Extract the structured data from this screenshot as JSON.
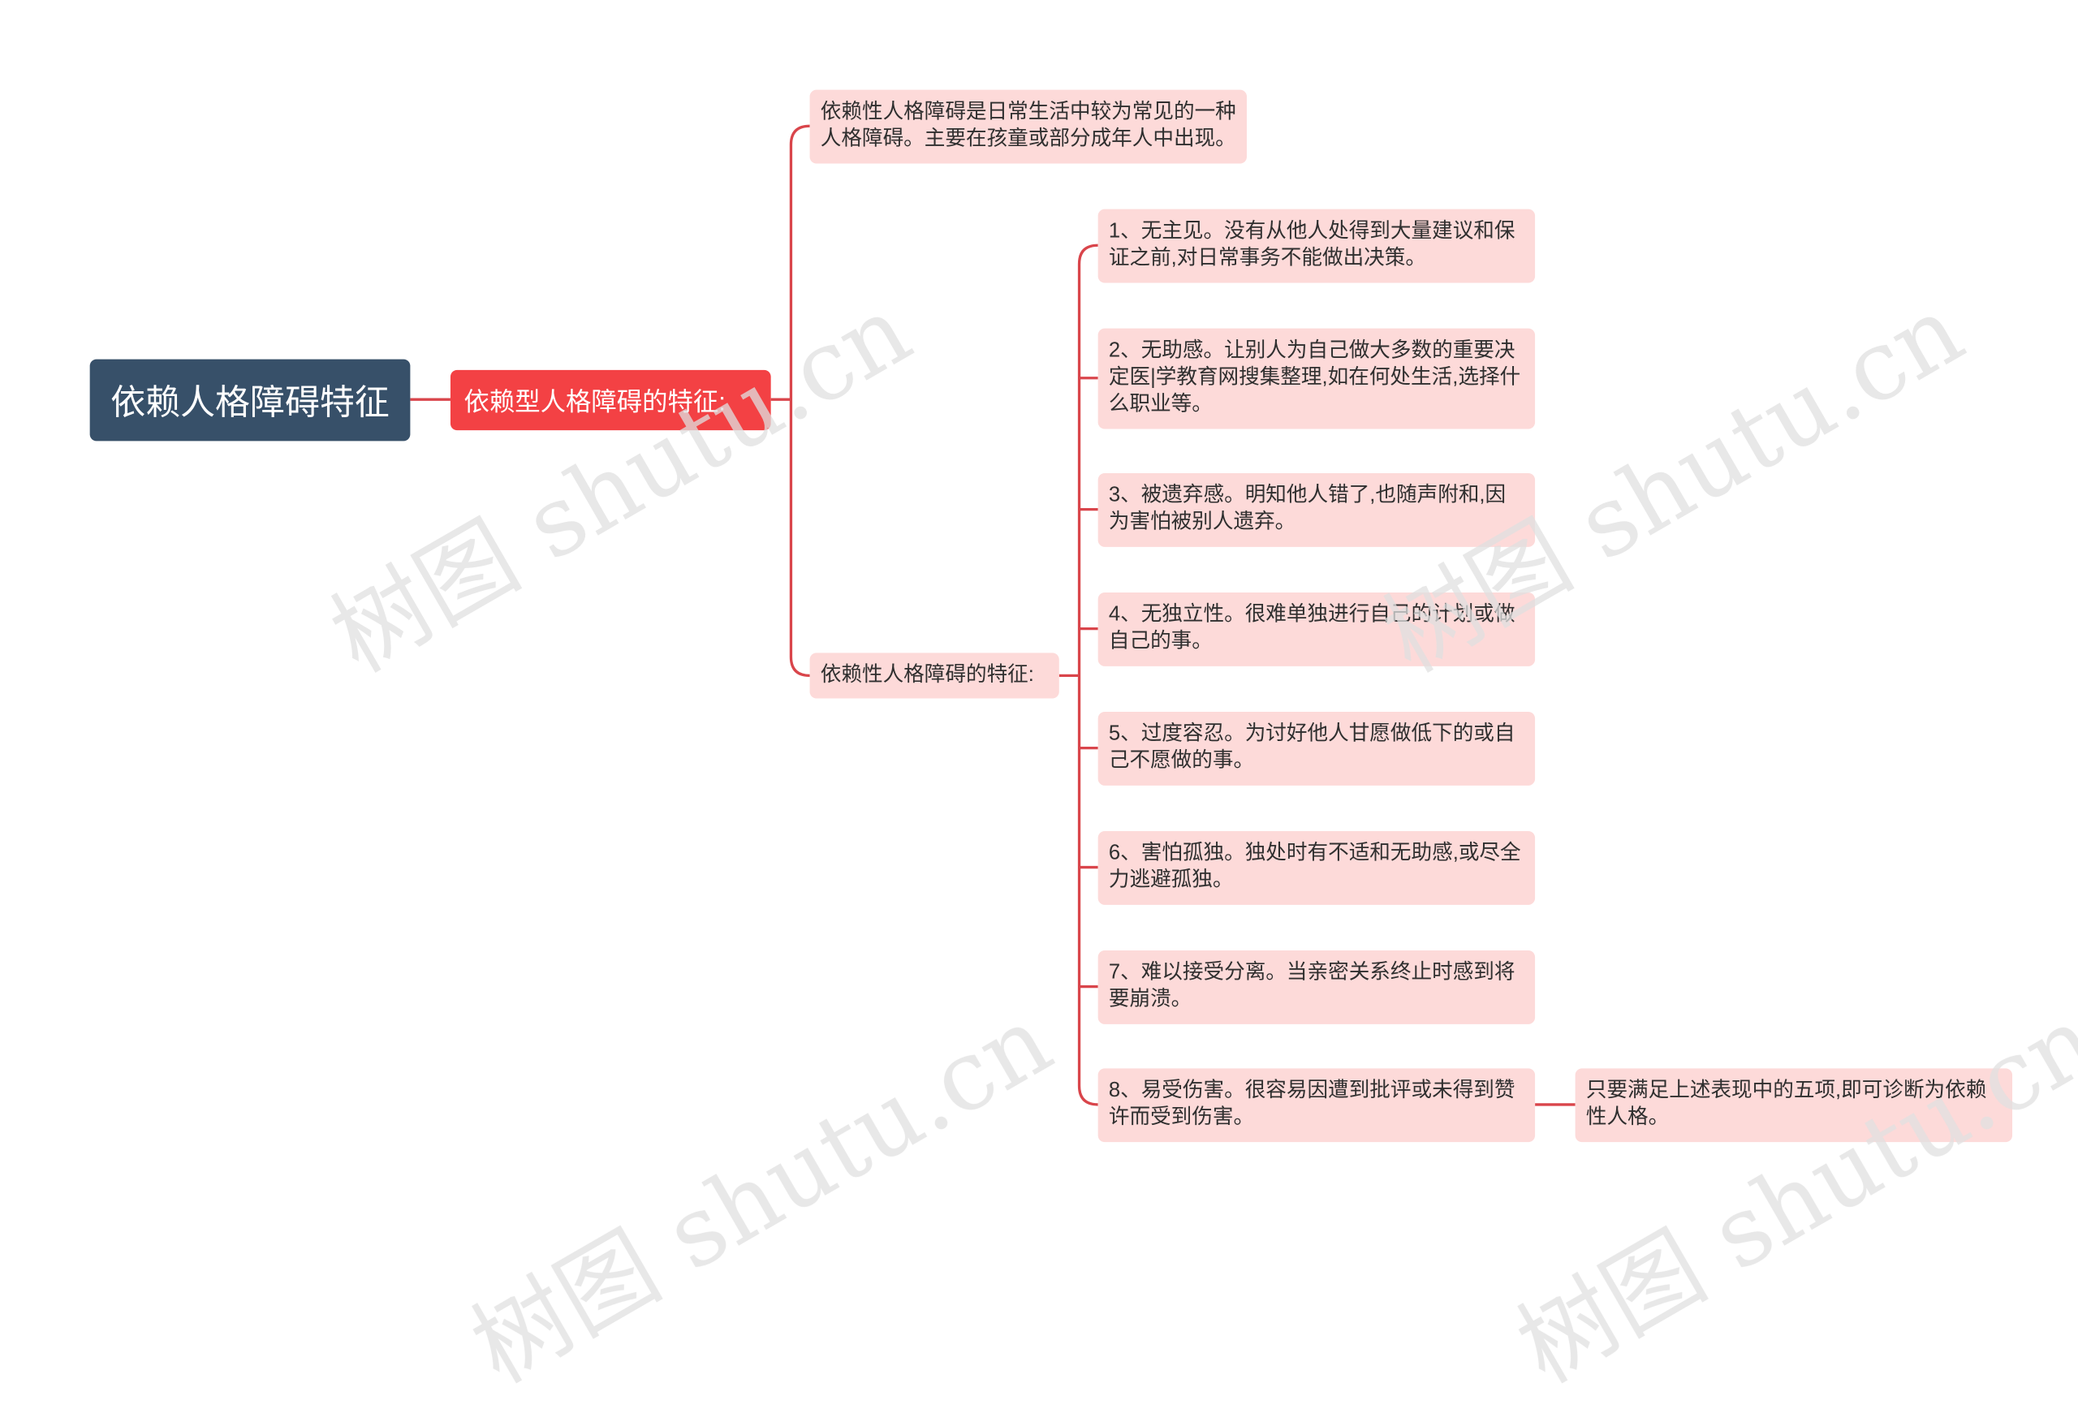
{
  "root": {
    "label": "依赖人格障碍特征"
  },
  "main": {
    "label": "依赖型人格障碍的特征:"
  },
  "definition": {
    "text": "依赖性人格障碍是日常生活中较为常见的一种人格障碍。主要在孩童或部分成年人中出现。"
  },
  "features": {
    "label": "依赖性人格障碍的特征:",
    "items": [
      {
        "text": "1、无主见。没有从他人处得到大量建议和保证之前,对日常事务不能做出决策。"
      },
      {
        "text": "2、无助感。让别人为自己做大多数的重要决定医|学教育网搜集整理,如在何处生活,选择什么职业等。"
      },
      {
        "text": "3、被遗弃感。明知他人错了,也随声附和,因为害怕被别人遗弃。"
      },
      {
        "text": "4、无独立性。很难单独进行自己的计划或做自己的事。"
      },
      {
        "text": "5、过度容忍。为讨好他人甘愿做低下的或自己不愿做的事。"
      },
      {
        "text": "6、害怕孤独。独处时有不适和无助感,或尽全力逃避孤独。"
      },
      {
        "text": "7、难以接受分离。当亲密关系终止时感到将要崩溃。"
      },
      {
        "text": "8、易受伤害。很容易因遭到批评或未得到赞许而受到伤害。"
      }
    ]
  },
  "conclusion": {
    "text": "只要满足上述表现中的五项,即可诊断为依赖性人格。"
  },
  "watermark": {
    "text": "树图 shutu.cn"
  },
  "colors": {
    "root": "#375069",
    "main": "#f34144",
    "leaf": "#fddad9",
    "line": "#d9454b"
  }
}
